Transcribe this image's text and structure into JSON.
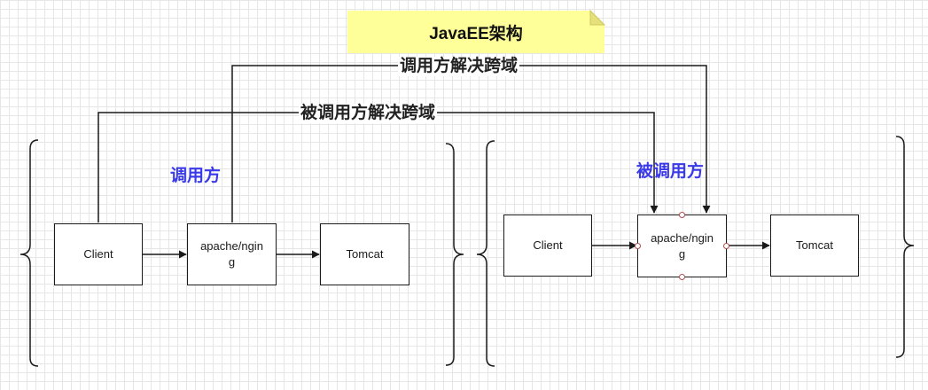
{
  "title_note": {
    "text": "JavaEE架构",
    "color": "#ffff99"
  },
  "edges": {
    "caller_solves": "调用方解决跨域",
    "callee_solves": "被调用方解决跨域"
  },
  "left_group": {
    "role": "调用方",
    "nodes": {
      "client": "Client",
      "proxy": "apache/ngin\ng",
      "server": "Tomcat"
    }
  },
  "right_group": {
    "role": "被调用方",
    "nodes": {
      "client": "Client",
      "proxy": "apache/ngin\ng",
      "server": "Tomcat"
    }
  },
  "colors": {
    "role_label": "#3a3ae8",
    "line": "#1a1a1a",
    "grid": "#e6e6e6"
  }
}
